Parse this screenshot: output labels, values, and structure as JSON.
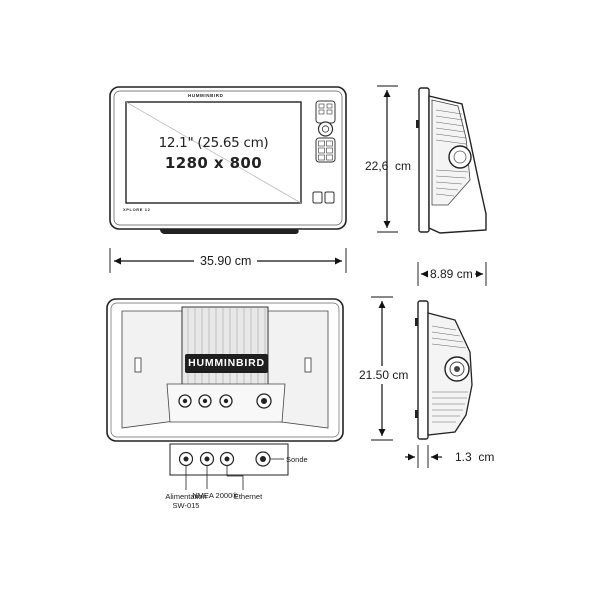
{
  "front": {
    "brand": "HUMMINBIRD",
    "model": "XPLORE 12",
    "screen_size": "12.1\" (25.65 cm)",
    "resolution": "1280 x 800"
  },
  "dimensions": {
    "height_front": "22,6  cm",
    "width": "35.90 cm",
    "depth": "8.89 cm",
    "height_back": "21.50 cm",
    "thickness": "1.3  cm"
  },
  "back": {
    "brand": "HUMMINBIRD"
  },
  "connectors": {
    "power": "Alimentation\nSW-015",
    "nmea": "NMEA 2000®",
    "ethernet": "Ethernet",
    "sonar": "Sonde"
  }
}
